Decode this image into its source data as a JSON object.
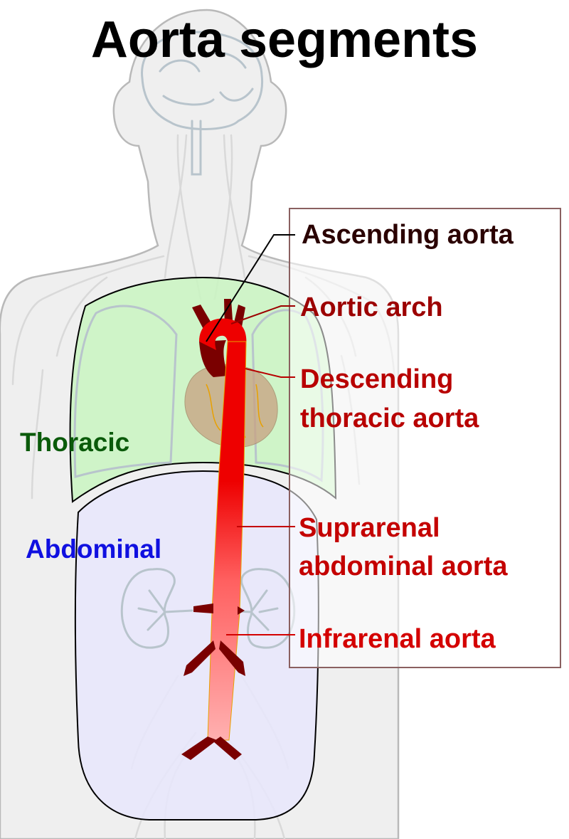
{
  "title": "Aorta segments",
  "regions": {
    "thoracic": {
      "label": "Thoracic",
      "color": "#0a5a0a",
      "fill": "#c9f5c1"
    },
    "abdominal": {
      "label": "Abdominal",
      "color": "#1010e0",
      "fill": "#e8e6fb"
    }
  },
  "segments": [
    {
      "label": "Ascending aorta",
      "color": "#2a0000"
    },
    {
      "label": "Aortic arch",
      "color": "#9c0000"
    },
    {
      "label": "Descending",
      "label2": "thoracic aorta",
      "color": "#b80000"
    },
    {
      "label": "Suprarenal",
      "label2": "abdominal aorta",
      "color": "#c40000"
    },
    {
      "label": "Infrarenal aorta",
      "color": "#d40000"
    }
  ],
  "colors": {
    "title": "#000000",
    "legend_border": "#8a6060",
    "aorta_dark": "#7a0000",
    "aorta_red": "#ee0000",
    "aorta_mid": "#ff6060",
    "aorta_light": "#ffb0b0",
    "heart": "#c8a080"
  }
}
